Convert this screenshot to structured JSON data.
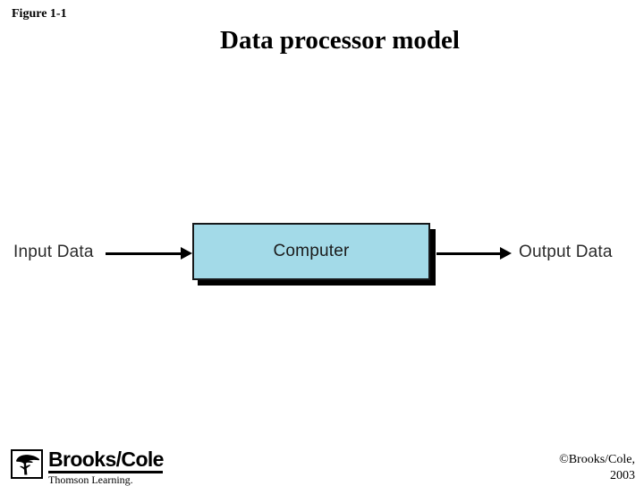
{
  "slide": {
    "figure_label": "Figure 1-1",
    "title": "Data processor model",
    "background_color": "#ffffff"
  },
  "diagram": {
    "type": "block-flow",
    "process_box": {
      "label": "Computer",
      "fill_color": "#a3dae8",
      "border_color": "#16181a",
      "shadow_color": "#000000"
    },
    "input": {
      "label": "Input Data",
      "arrow_icon": "arrow-right-icon"
    },
    "output": {
      "label": "Output Data",
      "arrow_icon": "arrow-right-icon"
    }
  },
  "footer": {
    "logo": {
      "mark_icon": "tree-icon",
      "brand": "Brooks/Cole",
      "subbrand": "Thomson Learning."
    },
    "copyright_line1": "©Brooks/Cole,",
    "copyright_line2": "2003"
  }
}
